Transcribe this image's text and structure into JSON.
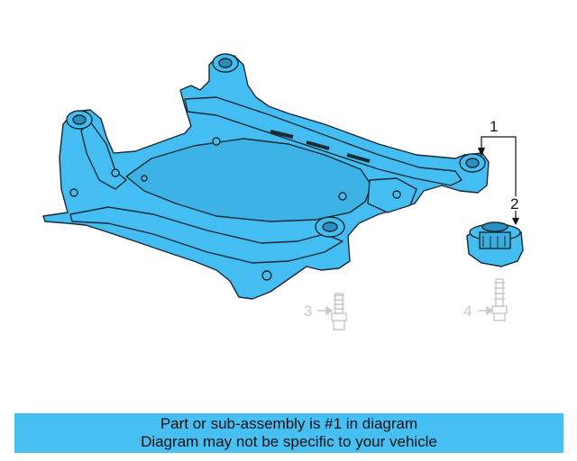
{
  "diagram": {
    "callouts": [
      {
        "number": "1",
        "active": true
      },
      {
        "number": "2",
        "active": true
      },
      {
        "number": "3",
        "active": false
      },
      {
        "number": "4",
        "active": false
      }
    ]
  },
  "banner": {
    "line1": "Part or sub-assembly is #1 in diagram",
    "line2": "Diagram may not be specific to your vehicle"
  },
  "colors": {
    "part_fill": "#44bdf2",
    "outline": "#1a2a33",
    "banner_bg": "#47bff2",
    "inactive": "#c8c8c8"
  }
}
